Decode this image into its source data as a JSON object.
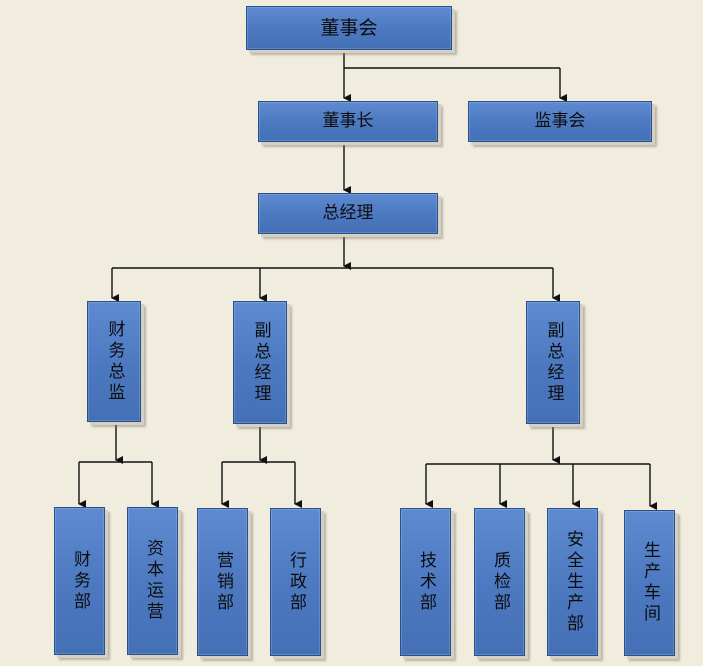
{
  "org_chart": {
    "board": "董事会",
    "chairman": "董事长",
    "supervisors": "监事会",
    "general_manager": "总经理",
    "finance_director": "财务总监",
    "deputy_gm_1": "副总经理",
    "deputy_gm_2": "副总经理",
    "departments": {
      "finance": "财务部",
      "capital": "资本运营",
      "marketing": "营销部",
      "admin": "行政部",
      "technology": "技术部",
      "quality": "质检部",
      "safety": "安全生产部",
      "production": "生产车间"
    }
  },
  "colors": {
    "node_fill": "#4c78c0",
    "node_border": "#2b4f8a",
    "line": "#111111",
    "background": "#f0ecde"
  }
}
